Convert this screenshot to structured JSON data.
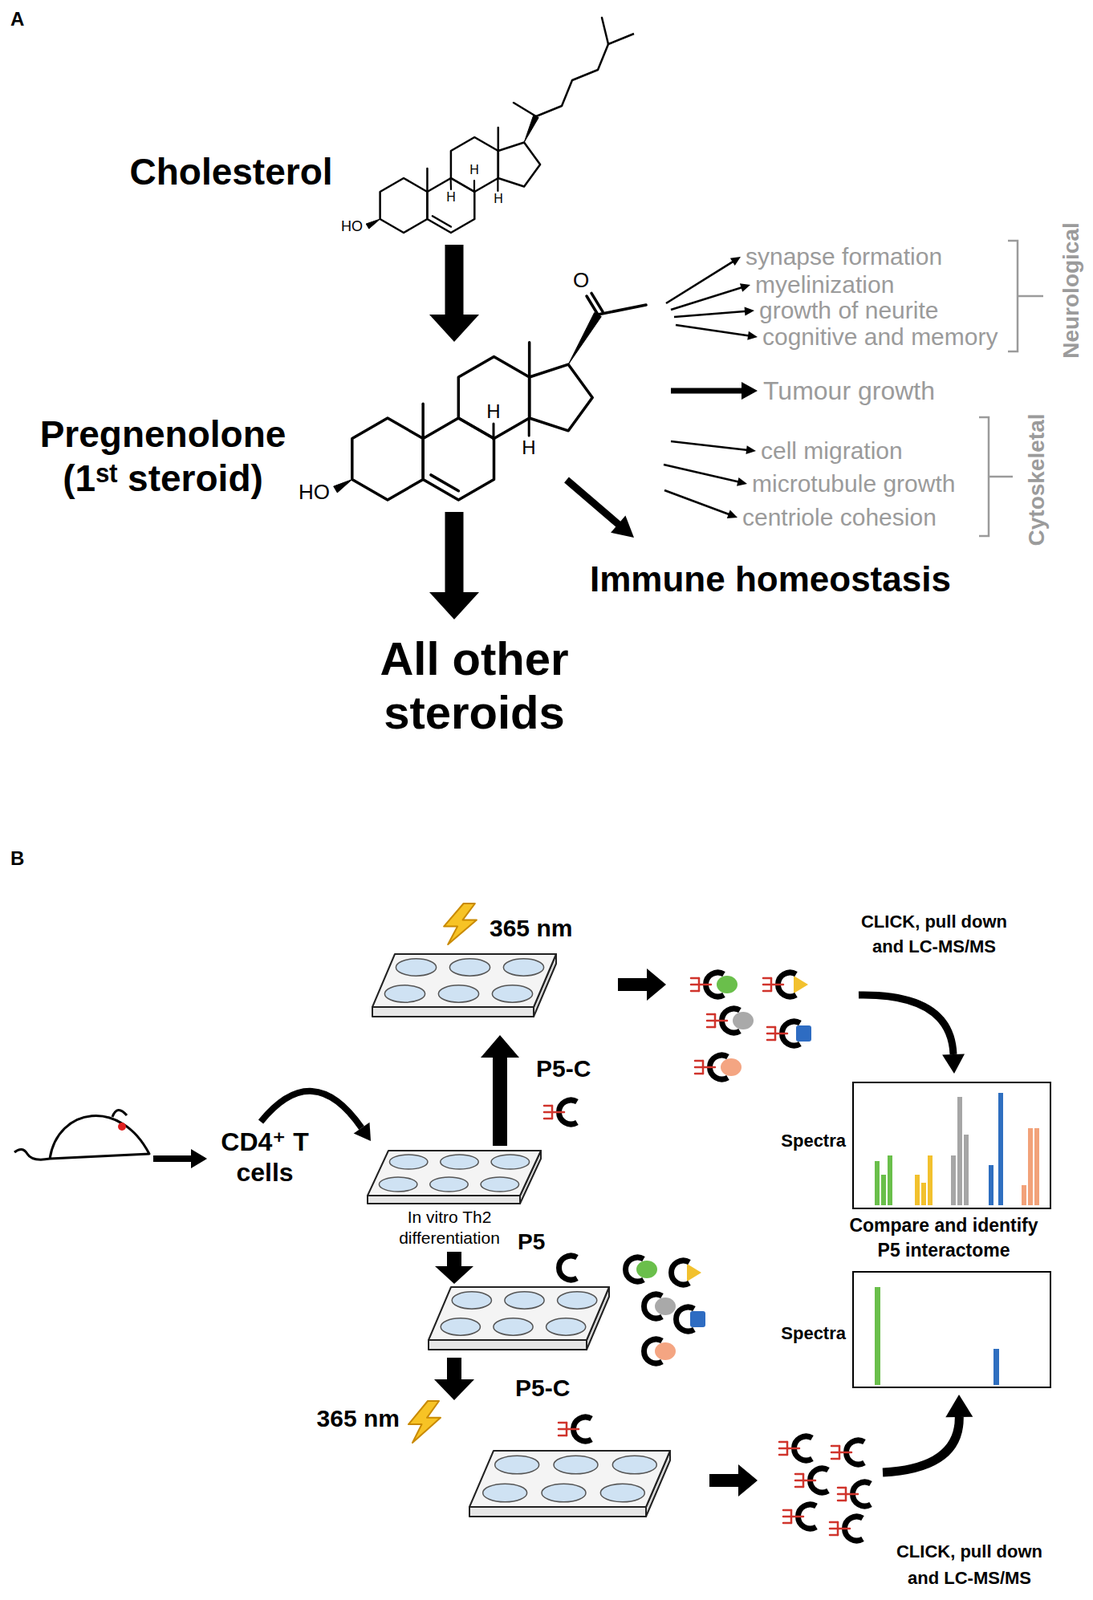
{
  "diagram": {
    "nodes": [
      {
        "text": [
          "Cholesterol"
        ]
      },
      {
        "text": [
          "Pregnenolone (1ˢᵗ steroid)"
        ]
      },
      {
        "text": [
          "In vitro Th2 differentiation"
        ]
      },
      {
        "text": [
          "Spectra",
          "Compare and identify P5 interactome"
        ]
      },
      {
        "text": [
          "Spectra"
        ]
      }
    ],
    "edges": [
      {
        "from": 0,
        "to": 1,
        "arrow": "to"
      }
    ],
    "labels": [
      "A",
      "HO",
      "H",
      "H",
      "H",
      "O",
      "H",
      "H",
      "HO",
      "synapse formation",
      "myelinization",
      "growth of neurite",
      "cognitive and memory",
      "Neurological",
      "Tumour growth",
      "cell migration",
      "microtubule growth",
      "centriole cohesion",
      "Cytoskeletal",
      "Immune homeostasis",
      "All other steroids",
      "B",
      "CD4⁺ T cells",
      "P5-C",
      "365 nm",
      "CLICK, pull down and LC-MS/MS",
      "P5",
      "365 nm",
      "P5-C",
      "CLICK, pull down and LC-MS/MS"
    ]
  }
}
